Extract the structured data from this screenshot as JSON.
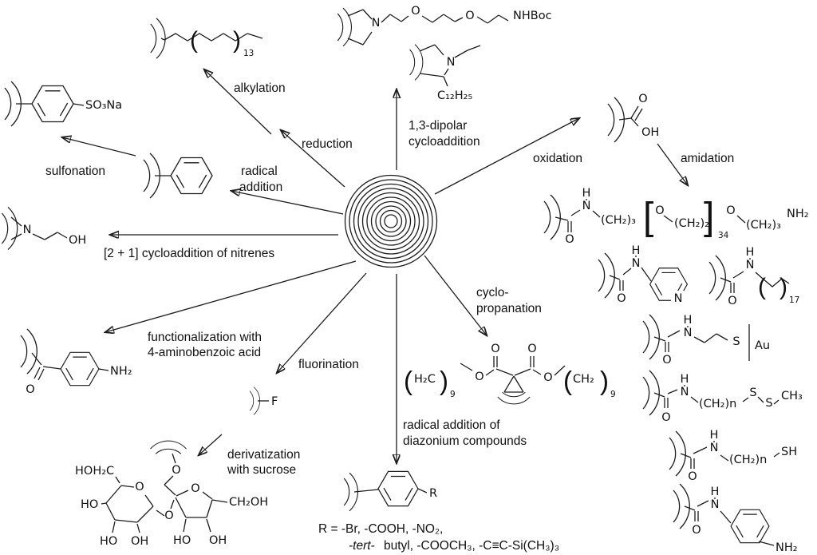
{
  "diagram_title": "carbon nanotube sidewall functionalization reactions",
  "glyphs": {
    "lp": "(",
    "rp": ")",
    "lb": "[",
    "rb": "]"
  },
  "labels": {
    "alkylation": "alkylation",
    "reduction": "reduction",
    "radical_addition": [
      "radical",
      "addition"
    ],
    "sulfonation": "sulfonation",
    "dipolar": [
      "1,3-dipolar",
      "cycloaddition"
    ],
    "oxidation": "oxidation",
    "amidation": "amidation",
    "nitrenes": "[2 + 1] cycloaddition of nitrenes",
    "aminobenzoic": [
      "functionalization with",
      "4-aminobenzoic acid"
    ],
    "fluorination": "fluorination",
    "sucrose": [
      "derivatization",
      "with sucrose"
    ],
    "cyclopropanation": [
      "cyclo-",
      "propanation"
    ],
    "diazonium": [
      "radical addition of",
      "diazonium compounds"
    ]
  },
  "st": {
    "alkyl_count": "13",
    "b_n": "N",
    "b_o1": "O",
    "b_o2": "O",
    "b_end": "NHBoc",
    "c_n": "N",
    "c_tail": "C₁₂H₂₅",
    "d_o": "O",
    "d_oh": "OH",
    "e_h": "H",
    "e_n": "N",
    "e_o": "O",
    "e_s1": "(CH₂)₃",
    "e_o1": "O",
    "e_s2": "(CH₂)₂",
    "e_count": "34",
    "e_o2": "O",
    "e_s3": "(CH₂)₃",
    "e_end": "NH₂",
    "f_h": "H",
    "f_n": "N",
    "f_o": "O",
    "f_ring_n": "N",
    "g_h": "H",
    "g_n": "N",
    "g_o": "O",
    "g_count": "17",
    "h_h": "H",
    "h_n": "N",
    "h_o": "O",
    "h_s": "S",
    "h_metal": "Au",
    "i_h": "H",
    "i_n": "N",
    "i_o": "O",
    "i_chain": "(CH₂)n",
    "i_s1": "S",
    "i_s2": "S",
    "i_end": "CH₃",
    "j_h": "H",
    "j_n": "N",
    "j_o": "O",
    "j_chain": "(CH₂)n",
    "j_end": "SH",
    "k_h": "H",
    "k_n": "N",
    "k_o": "O",
    "k_end": "NH₂",
    "l_end": "SO₃Na",
    "n_n": "N",
    "n_end": "OH",
    "o_o": "O",
    "o_end": "NH₂",
    "p_end": "F",
    "q_o_link": "O",
    "q_o_fur": "O",
    "q_ch2oh": "CH₂OH",
    "q_oh_c4": "OH",
    "q_ho_c3": "HO",
    "q_o_glyc": "O",
    "q_o_pyr": "O",
    "q_hoh2c": "HOH₂C",
    "q_ho_c4g": "HO",
    "q_ho_c3g": "HO",
    "q_oh_c2g": "OH",
    "r_left": "H₂C",
    "r_left_count": "9",
    "r_o1": "O",
    "r_o2": "O",
    "r_o3": "O",
    "r_o4": "O",
    "r_right": "CH₂",
    "r_right_count": "9",
    "s_r": "R",
    "s_line1": "R =  -Br,  -COOH,  -NO₂,",
    "s_line2a": "-tert-",
    "s_line2b": "butyl,  -COOCH₃,  -C≡C-Si(CH₃)₃"
  }
}
